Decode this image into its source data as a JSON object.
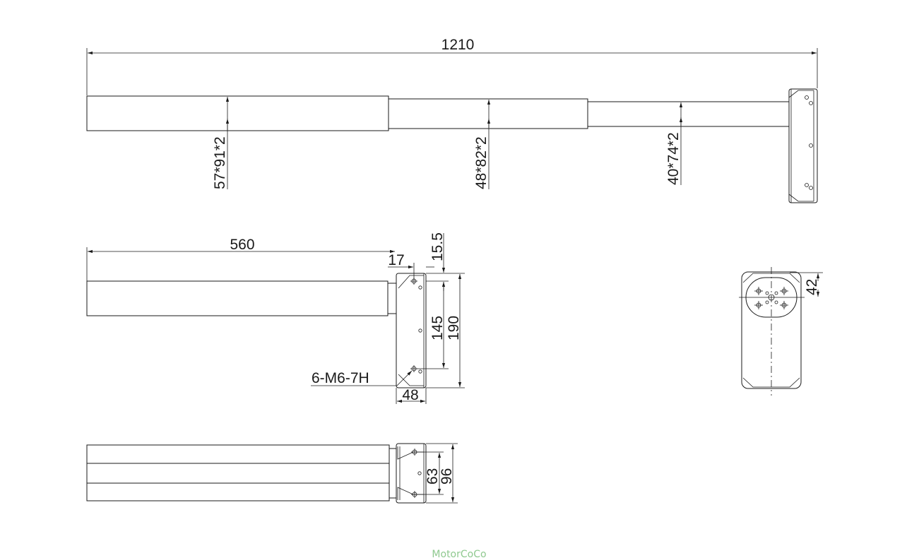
{
  "dimensions": {
    "overall_length": "1210",
    "tube1": "57*91*2",
    "tube2": "48*82*2",
    "tube3": "40*74*2",
    "retracted_length": "560",
    "offset_17": "17",
    "offset_15_5": "15.5",
    "hole_spacing_145": "145",
    "base_height_190": "190",
    "thread_spec": "6-M6-7H",
    "base_width_48": "48",
    "end_view_42": "42",
    "top_view_63": "63",
    "top_view_96": "96"
  },
  "watermark": "MotorCoCo",
  "colors": {
    "line": "#1a1a1a",
    "watermark": "#8fc98f"
  }
}
